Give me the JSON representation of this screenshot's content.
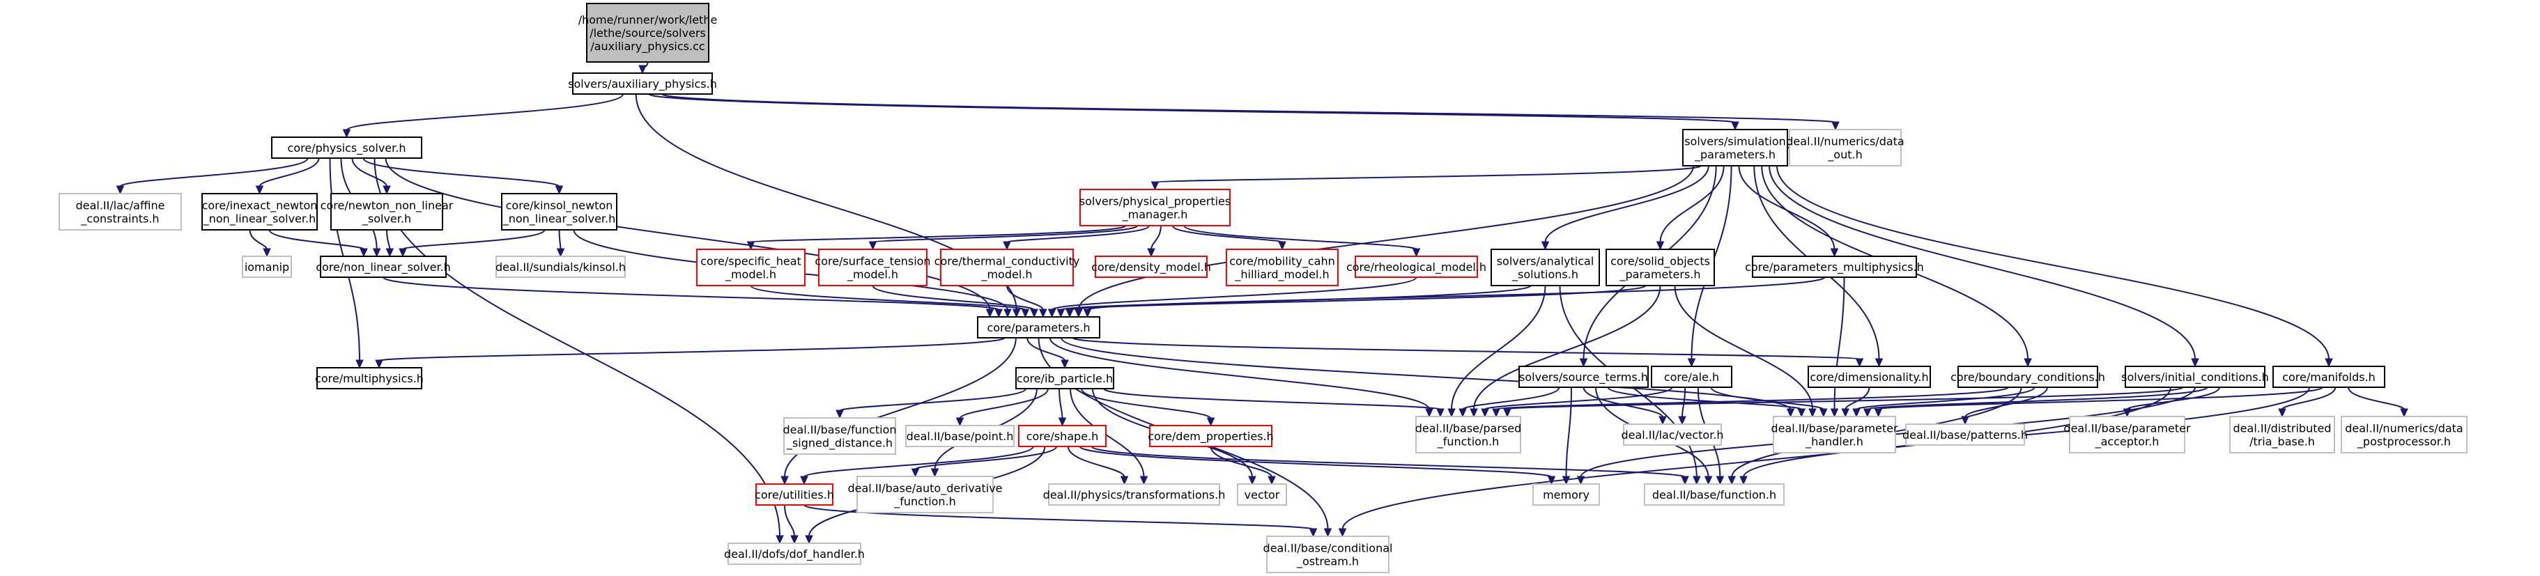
{
  "colors": {
    "edge": "#191970",
    "node_text": "#000000",
    "border_normal": "#000000",
    "border_missing_doc": "#ff0000",
    "border_external": "#bfbfbf",
    "root_fill": "#bfbfbf",
    "node_fill": "#ffffff"
  },
  "nodes": [
    {
      "id": "root",
      "kind": "root",
      "lines": [
        "/home/runner/work/lethe",
        "/lethe/source/solvers",
        "/auxiliary_physics.cc"
      ]
    },
    {
      "id": "aux_h",
      "kind": "normal",
      "lines": [
        "solvers/auxiliary_physics.h"
      ]
    },
    {
      "id": "physics_solver",
      "kind": "normal",
      "lines": [
        "core/physics_solver.h"
      ]
    },
    {
      "id": "simulation_params",
      "kind": "normal",
      "lines": [
        "solvers/simulation",
        "_parameters.h"
      ]
    },
    {
      "id": "numerics_data_out",
      "kind": "external",
      "lines": [
        "deal.II/numerics/data",
        "_out.h"
      ]
    },
    {
      "id": "affine_constraints",
      "kind": "external",
      "lines": [
        "deal.II/lac/affine",
        "_constraints.h"
      ]
    },
    {
      "id": "inexact_newton",
      "kind": "normal",
      "lines": [
        "core/inexact_newton",
        "_non_linear_solver.h"
      ]
    },
    {
      "id": "newton_nls",
      "kind": "normal",
      "lines": [
        "core/newton_non_linear",
        "_solver.h"
      ]
    },
    {
      "id": "kinsol_newton",
      "kind": "normal",
      "lines": [
        "core/kinsol_newton",
        "_non_linear_solver.h"
      ]
    },
    {
      "id": "iomanip",
      "kind": "external",
      "lines": [
        "iomanip"
      ]
    },
    {
      "id": "non_linear_solver",
      "kind": "normal",
      "lines": [
        "core/non_linear_solver.h"
      ]
    },
    {
      "id": "sundials_kinsol",
      "kind": "external",
      "lines": [
        "deal.II/sundials/kinsol.h"
      ]
    },
    {
      "id": "phys_props_mgr",
      "kind": "missing",
      "lines": [
        "solvers/physical_properties",
        "_manager.h"
      ]
    },
    {
      "id": "specific_heat",
      "kind": "missing",
      "lines": [
        "core/specific_heat",
        "_model.h"
      ]
    },
    {
      "id": "surface_tension",
      "kind": "missing",
      "lines": [
        "core/surface_tension",
        "_model.h"
      ]
    },
    {
      "id": "thermal_cond",
      "kind": "missing",
      "lines": [
        "core/thermal_conductivity",
        "_model.h"
      ]
    },
    {
      "id": "density_model",
      "kind": "missing",
      "lines": [
        "core/density_model.h"
      ]
    },
    {
      "id": "mobility_cahn",
      "kind": "missing",
      "lines": [
        "core/mobility_cahn",
        "_hilliard_model.h"
      ]
    },
    {
      "id": "rheological",
      "kind": "missing",
      "lines": [
        "core/rheological_model.h"
      ]
    },
    {
      "id": "analytical_sol",
      "kind": "normal",
      "lines": [
        "solvers/analytical",
        "_solutions.h"
      ]
    },
    {
      "id": "solid_objects",
      "kind": "normal",
      "lines": [
        "core/solid_objects",
        "_parameters.h"
      ]
    },
    {
      "id": "params_multiphysics",
      "kind": "normal",
      "lines": [
        "core/parameters_multiphysics.h"
      ]
    },
    {
      "id": "parameters",
      "kind": "normal",
      "lines": [
        "core/parameters.h"
      ]
    },
    {
      "id": "multiphysics",
      "kind": "normal",
      "lines": [
        "core/multiphysics.h"
      ]
    },
    {
      "id": "ib_particle",
      "kind": "normal",
      "lines": [
        "core/ib_particle.h"
      ]
    },
    {
      "id": "source_terms",
      "kind": "normal",
      "lines": [
        "solvers/source_terms.h"
      ]
    },
    {
      "id": "ale",
      "kind": "normal",
      "lines": [
        "core/ale.h"
      ]
    },
    {
      "id": "dimensionality",
      "kind": "normal",
      "lines": [
        "core/dimensionality.h"
      ]
    },
    {
      "id": "boundary_cond",
      "kind": "normal",
      "lines": [
        "core/boundary_conditions.h"
      ]
    },
    {
      "id": "initial_cond",
      "kind": "normal",
      "lines": [
        "solvers/initial_conditions.h"
      ]
    },
    {
      "id": "manifolds",
      "kind": "normal",
      "lines": [
        "core/manifolds.h"
      ]
    },
    {
      "id": "func_signed_dist",
      "kind": "external",
      "lines": [
        "deal.II/base/function",
        "_signed_distance.h"
      ]
    },
    {
      "id": "base_point",
      "kind": "external",
      "lines": [
        "deal.II/base/point.h"
      ]
    },
    {
      "id": "shape",
      "kind": "missing",
      "lines": [
        "core/shape.h"
      ]
    },
    {
      "id": "dem_properties",
      "kind": "missing",
      "lines": [
        "core/dem_properties.h"
      ]
    },
    {
      "id": "parsed_function",
      "kind": "external",
      "lines": [
        "deal.II/base/parsed",
        "_function.h"
      ]
    },
    {
      "id": "lac_vector",
      "kind": "external",
      "lines": [
        "deal.II/lac/vector.h"
      ]
    },
    {
      "id": "param_handler",
      "kind": "external",
      "lines": [
        "deal.II/base/parameter",
        "_handler.h"
      ]
    },
    {
      "id": "patterns",
      "kind": "external",
      "lines": [
        "deal.II/base/patterns.h"
      ]
    },
    {
      "id": "param_acceptor",
      "kind": "external",
      "lines": [
        "deal.II/base/parameter",
        "_acceptor.h"
      ]
    },
    {
      "id": "tria_base",
      "kind": "external",
      "lines": [
        "deal.II/distributed",
        "/tria_base.h"
      ]
    },
    {
      "id": "data_postproc",
      "kind": "external",
      "lines": [
        "deal.II/numerics/data",
        "_postprocessor.h"
      ]
    },
    {
      "id": "utilities",
      "kind": "missing",
      "lines": [
        "core/utilities.h"
      ]
    },
    {
      "id": "auto_derivative",
      "kind": "external",
      "lines": [
        "deal.II/base/auto_derivative",
        "_function.h"
      ]
    },
    {
      "id": "transformations",
      "kind": "external",
      "lines": [
        "deal.II/physics/transformations.h"
      ]
    },
    {
      "id": "vector_std",
      "kind": "external",
      "lines": [
        "vector"
      ]
    },
    {
      "id": "memory",
      "kind": "external",
      "lines": [
        "memory"
      ]
    },
    {
      "id": "base_function",
      "kind": "external",
      "lines": [
        "deal.II/base/function.h"
      ]
    },
    {
      "id": "dof_handler",
      "kind": "external",
      "lines": [
        "deal.II/dofs/dof_handler.h"
      ]
    },
    {
      "id": "cond_ostream",
      "kind": "external",
      "lines": [
        "deal.II/base/conditional",
        "_ostream.h"
      ]
    }
  ],
  "edges": [
    [
      "root",
      "aux_h"
    ],
    [
      "aux_h",
      "physics_solver"
    ],
    [
      "aux_h",
      "simulation_params"
    ],
    [
      "aux_h",
      "numerics_data_out"
    ],
    [
      "aux_h",
      "parameters"
    ],
    [
      "physics_solver",
      "affine_constraints"
    ],
    [
      "physics_solver",
      "inexact_newton"
    ],
    [
      "physics_solver",
      "newton_nls"
    ],
    [
      "physics_solver",
      "kinsol_newton"
    ],
    [
      "physics_solver",
      "non_linear_solver"
    ],
    [
      "physics_solver",
      "parameters"
    ],
    [
      "physics_solver",
      "multiphysics"
    ],
    [
      "physics_solver",
      "dof_handler"
    ],
    [
      "inexact_newton",
      "iomanip"
    ],
    [
      "inexact_newton",
      "non_linear_solver"
    ],
    [
      "newton_nls",
      "non_linear_solver"
    ],
    [
      "kinsol_newton",
      "non_linear_solver"
    ],
    [
      "kinsol_newton",
      "sundials_kinsol"
    ],
    [
      "kinsol_newton",
      "parameters"
    ],
    [
      "non_linear_solver",
      "parameters"
    ],
    [
      "simulation_params",
      "numerics_data_out"
    ],
    [
      "simulation_params",
      "phys_props_mgr"
    ],
    [
      "simulation_params",
      "parameters"
    ],
    [
      "simulation_params",
      "analytical_sol"
    ],
    [
      "simulation_params",
      "solid_objects"
    ],
    [
      "simulation_params",
      "params_multiphysics"
    ],
    [
      "simulation_params",
      "source_terms"
    ],
    [
      "simulation_params",
      "ale"
    ],
    [
      "simulation_params",
      "dimensionality"
    ],
    [
      "simulation_params",
      "boundary_cond"
    ],
    [
      "simulation_params",
      "initial_cond"
    ],
    [
      "simulation_params",
      "manifolds"
    ],
    [
      "phys_props_mgr",
      "specific_heat"
    ],
    [
      "phys_props_mgr",
      "surface_tension"
    ],
    [
      "phys_props_mgr",
      "thermal_cond"
    ],
    [
      "phys_props_mgr",
      "density_model"
    ],
    [
      "phys_props_mgr",
      "mobility_cahn"
    ],
    [
      "phys_props_mgr",
      "rheological"
    ],
    [
      "specific_heat",
      "parameters"
    ],
    [
      "surface_tension",
      "parameters"
    ],
    [
      "thermal_cond",
      "parameters"
    ],
    [
      "rheological",
      "parameters"
    ],
    [
      "analytical_sol",
      "parameters"
    ],
    [
      "analytical_sol",
      "parsed_function"
    ],
    [
      "analytical_sol",
      "base_function"
    ],
    [
      "solid_objects",
      "parameters"
    ],
    [
      "solid_objects",
      "parsed_function"
    ],
    [
      "solid_objects",
      "param_handler"
    ],
    [
      "params_multiphysics",
      "parameters"
    ],
    [
      "params_multiphysics",
      "param_handler"
    ],
    [
      "parameters",
      "multiphysics"
    ],
    [
      "parameters",
      "ib_particle"
    ],
    [
      "parameters",
      "dimensionality"
    ],
    [
      "parameters",
      "parsed_function"
    ],
    [
      "parameters",
      "param_handler"
    ],
    [
      "parameters",
      "utilities"
    ],
    [
      "parameters",
      "cond_ostream"
    ],
    [
      "ib_particle",
      "func_signed_dist"
    ],
    [
      "ib_particle",
      "base_point"
    ],
    [
      "ib_particle",
      "shape"
    ],
    [
      "ib_particle",
      "dem_properties"
    ],
    [
      "ib_particle",
      "parsed_function"
    ],
    [
      "ib_particle",
      "vector_std"
    ],
    [
      "ib_particle",
      "auto_derivative"
    ],
    [
      "ib_particle",
      "transformations"
    ],
    [
      "shape",
      "utilities"
    ],
    [
      "shape",
      "auto_derivative"
    ],
    [
      "shape",
      "transformations"
    ],
    [
      "shape",
      "memory"
    ],
    [
      "shape",
      "base_function"
    ],
    [
      "shape",
      "dof_handler"
    ],
    [
      "dem_properties",
      "vector_std"
    ],
    [
      "utilities",
      "dof_handler"
    ],
    [
      "utilities",
      "cond_ostream"
    ],
    [
      "source_terms",
      "parsed_function"
    ],
    [
      "source_terms",
      "lac_vector"
    ],
    [
      "source_terms",
      "memory"
    ],
    [
      "source_terms",
      "base_function"
    ],
    [
      "source_terms",
      "param_handler"
    ],
    [
      "ale",
      "parsed_function"
    ],
    [
      "ale",
      "lac_vector"
    ],
    [
      "ale",
      "param_handler"
    ],
    [
      "ale",
      "base_function"
    ],
    [
      "dimensionality",
      "param_handler"
    ],
    [
      "boundary_cond",
      "parsed_function"
    ],
    [
      "boundary_cond",
      "param_handler"
    ],
    [
      "boundary_cond",
      "patterns"
    ],
    [
      "boundary_cond",
      "base_function"
    ],
    [
      "initial_cond",
      "parsed_function"
    ],
    [
      "initial_cond",
      "param_handler"
    ],
    [
      "initial_cond",
      "param_acceptor"
    ],
    [
      "initial_cond",
      "memory"
    ],
    [
      "initial_cond",
      "cond_ostream"
    ],
    [
      "manifolds",
      "param_handler"
    ],
    [
      "manifolds",
      "tria_base"
    ],
    [
      "manifolds",
      "data_postproc"
    ],
    [
      "manifolds",
      "base_function"
    ]
  ]
}
